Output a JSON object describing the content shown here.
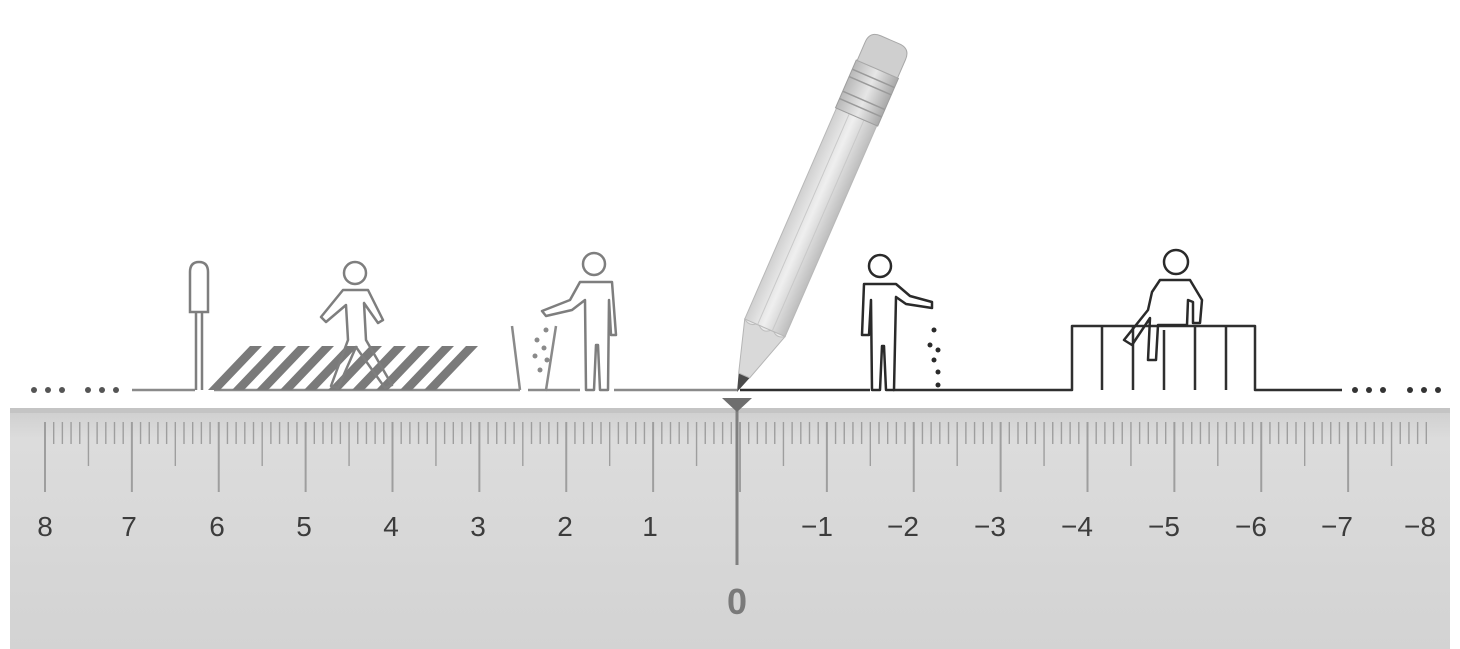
{
  "ruler": {
    "zero_label": "0",
    "left_labels": [
      "8",
      "7",
      "6",
      "5",
      "4",
      "3",
      "2",
      "1"
    ],
    "right_labels": [
      "−1",
      "−2",
      "−3",
      "−4",
      "−5",
      "−6",
      "−7",
      "−8"
    ]
  },
  "scene": {
    "continuation_marks": "• • •   • • •",
    "icons": [
      "sign-post-icon",
      "walking-person-icon",
      "crosswalk-stripes-icon",
      "hole-icon",
      "person-dropping-seeds-icon",
      "pencil-icon",
      "person-sowing-seeds-icon",
      "person-sitting-on-fence-icon",
      "fence-box-icon"
    ]
  },
  "colors": {
    "ruler_fill": "#d6d6d6",
    "ruler_edge": "#bdbdbd",
    "ticks": "#9e9e9e",
    "line_left": "#8a8a8a",
    "line_right": "#2f2f2f",
    "stripes": "#7a7a7a"
  }
}
